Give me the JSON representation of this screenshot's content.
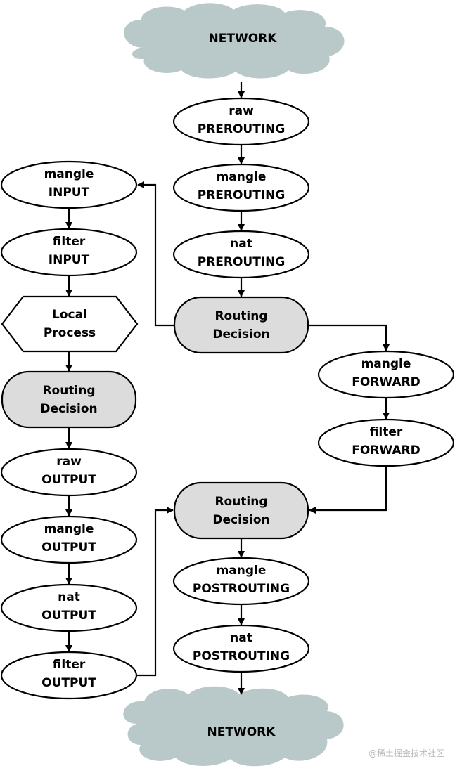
{
  "network_top": "NETWORK",
  "network_bottom": "NETWORK",
  "nodes": {
    "raw_pre": {
      "l1": "raw",
      "l2": "PREROUTING"
    },
    "mangle_pre": {
      "l1": "mangle",
      "l2": "PREROUTING"
    },
    "nat_pre": {
      "l1": "nat",
      "l2": "PREROUTING"
    },
    "route1": {
      "l1": "Routing",
      "l2": "Decision"
    },
    "mangle_in": {
      "l1": "mangle",
      "l2": "INPUT"
    },
    "filter_in": {
      "l1": "filter",
      "l2": "INPUT"
    },
    "local": {
      "l1": "Local",
      "l2": "Process"
    },
    "route2": {
      "l1": "Routing",
      "l2": "Decision"
    },
    "raw_out": {
      "l1": "raw",
      "l2": "OUTPUT"
    },
    "mangle_out": {
      "l1": "mangle",
      "l2": "OUTPUT"
    },
    "nat_out": {
      "l1": "nat",
      "l2": "OUTPUT"
    },
    "filter_out": {
      "l1": "filter",
      "l2": "OUTPUT"
    },
    "mangle_fwd": {
      "l1": "mangle",
      "l2": "FORWARD"
    },
    "filter_fwd": {
      "l1": "filter",
      "l2": "FORWARD"
    },
    "route3": {
      "l1": "Routing",
      "l2": "Decision"
    },
    "mangle_post": {
      "l1": "mangle",
      "l2": "POSTROUTING"
    },
    "nat_post": {
      "l1": "nat",
      "l2": "POSTROUTING"
    }
  },
  "watermark": "@稀土掘金技术社区",
  "colors": {
    "cloud": "#b9c9ca",
    "routing": "#dcdcdc",
    "stroke": "#000000"
  }
}
